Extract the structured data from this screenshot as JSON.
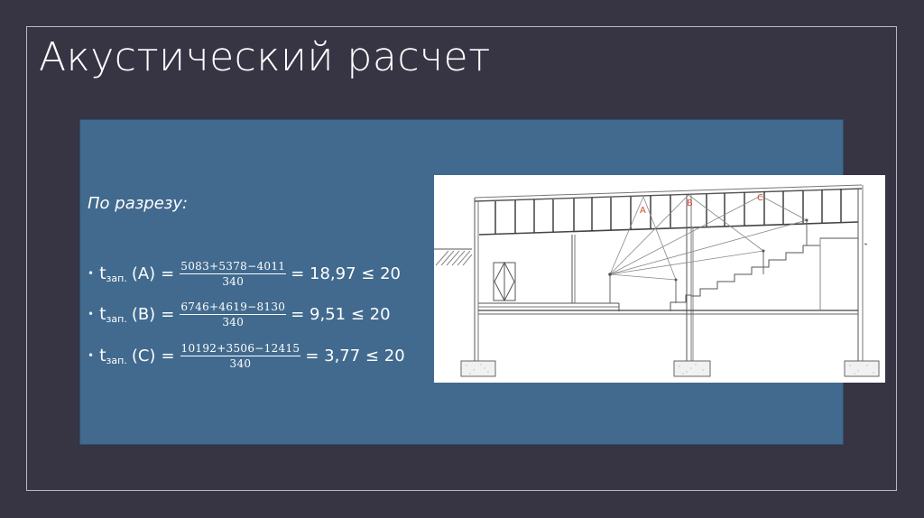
{
  "slide": {
    "title": "Акустический расчет",
    "subtitle": "По разрезу:",
    "colors": {
      "background": "#373444",
      "content_box": "#416a8e",
      "frame_border": "#b9b7c2",
      "text": "#ffffff",
      "drawing_labels": "#d9442c"
    },
    "formulas": [
      {
        "bullet": "•",
        "symbol": "t",
        "subscript": "зап.",
        "point": "(A)",
        "equals": "=",
        "numerator": "5083+5378−4011",
        "denominator": "340",
        "result": "= 18,97 ≤ 20"
      },
      {
        "bullet": "•",
        "symbol": "t",
        "subscript": "зап.",
        "point": "(B)",
        "equals": "=",
        "numerator": "6746+4619−8130",
        "denominator": "340",
        "result": "= 9,51 ≤ 20"
      },
      {
        "bullet": "•",
        "symbol": "t",
        "subscript": "зап.",
        "point": "(C)",
        "equals": "=",
        "numerator": "10192+3506−12415",
        "denominator": "340",
        "result": "= 3,77 ≤ 20"
      }
    ],
    "drawing": {
      "labels": [
        "A",
        "B",
        "C"
      ]
    }
  }
}
